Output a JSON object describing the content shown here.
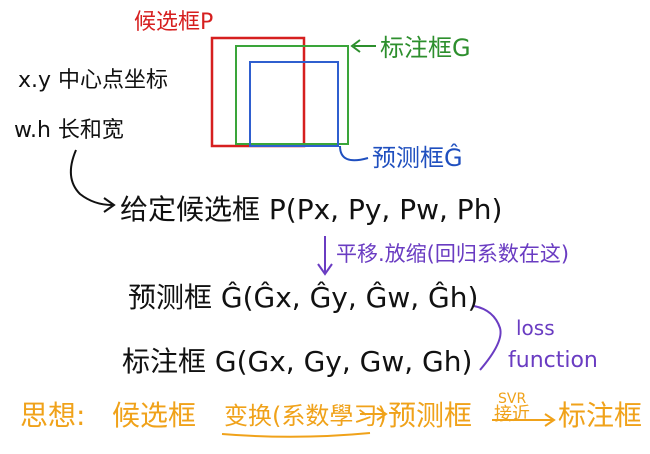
{
  "labels": {
    "candidate_box": "候选框P",
    "gt_box": "标注框G",
    "pred_box": "预测框Ĝ",
    "xy_center": "x.y 中心点坐标",
    "wh_size": "w.h 长和宽"
  },
  "lines": {
    "given_candidate": "给定候选框 P(Px, Py, Pw, Ph)",
    "translate_scale": "平移.放缩(回归系数在这)",
    "pred_formula": "预测框 Ĝ(Ĝx, Ĝy, Ĝw, Ĝh)",
    "gt_formula": "标注框 G(Gx, Gy, Gw, Gh)",
    "loss_1": "loss",
    "loss_2": "function",
    "idea_prefix": "思想:",
    "idea_candidate": "候选框",
    "idea_transform": "变换(系数學习)",
    "idea_pred": "预测框",
    "idea_svr": "SVR",
    "idea_approx": "接近",
    "idea_gt": "标注框"
  },
  "colors": {
    "red": "#d61f1f",
    "green": "#2d8f2d",
    "blue": "#1f4fbf",
    "purple": "#6a3cc2",
    "orange": "#f0a21a",
    "black": "#111111"
  }
}
